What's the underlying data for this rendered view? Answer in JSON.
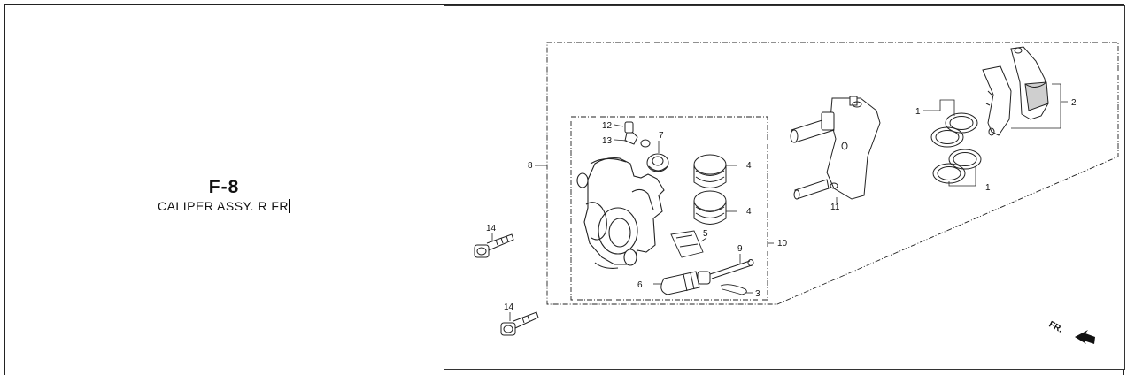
{
  "header": {
    "code": "F-8",
    "name": "CALIPER ASSY. R FR"
  },
  "diagram": {
    "part_labels": {
      "p1a": "1",
      "p1b": "1",
      "p2": "2",
      "p3": "3",
      "p4a": "4",
      "p4b": "4",
      "p5": "5",
      "p6": "6",
      "p7": "7",
      "p8": "8",
      "p9": "9",
      "p10": "10",
      "p11": "11",
      "p12": "12",
      "p13": "13",
      "p14a": "14",
      "p14b": "14"
    },
    "direction_label": "FR."
  },
  "colors": {
    "line": "#222222",
    "border": "#333333",
    "background": "#ffffff"
  }
}
